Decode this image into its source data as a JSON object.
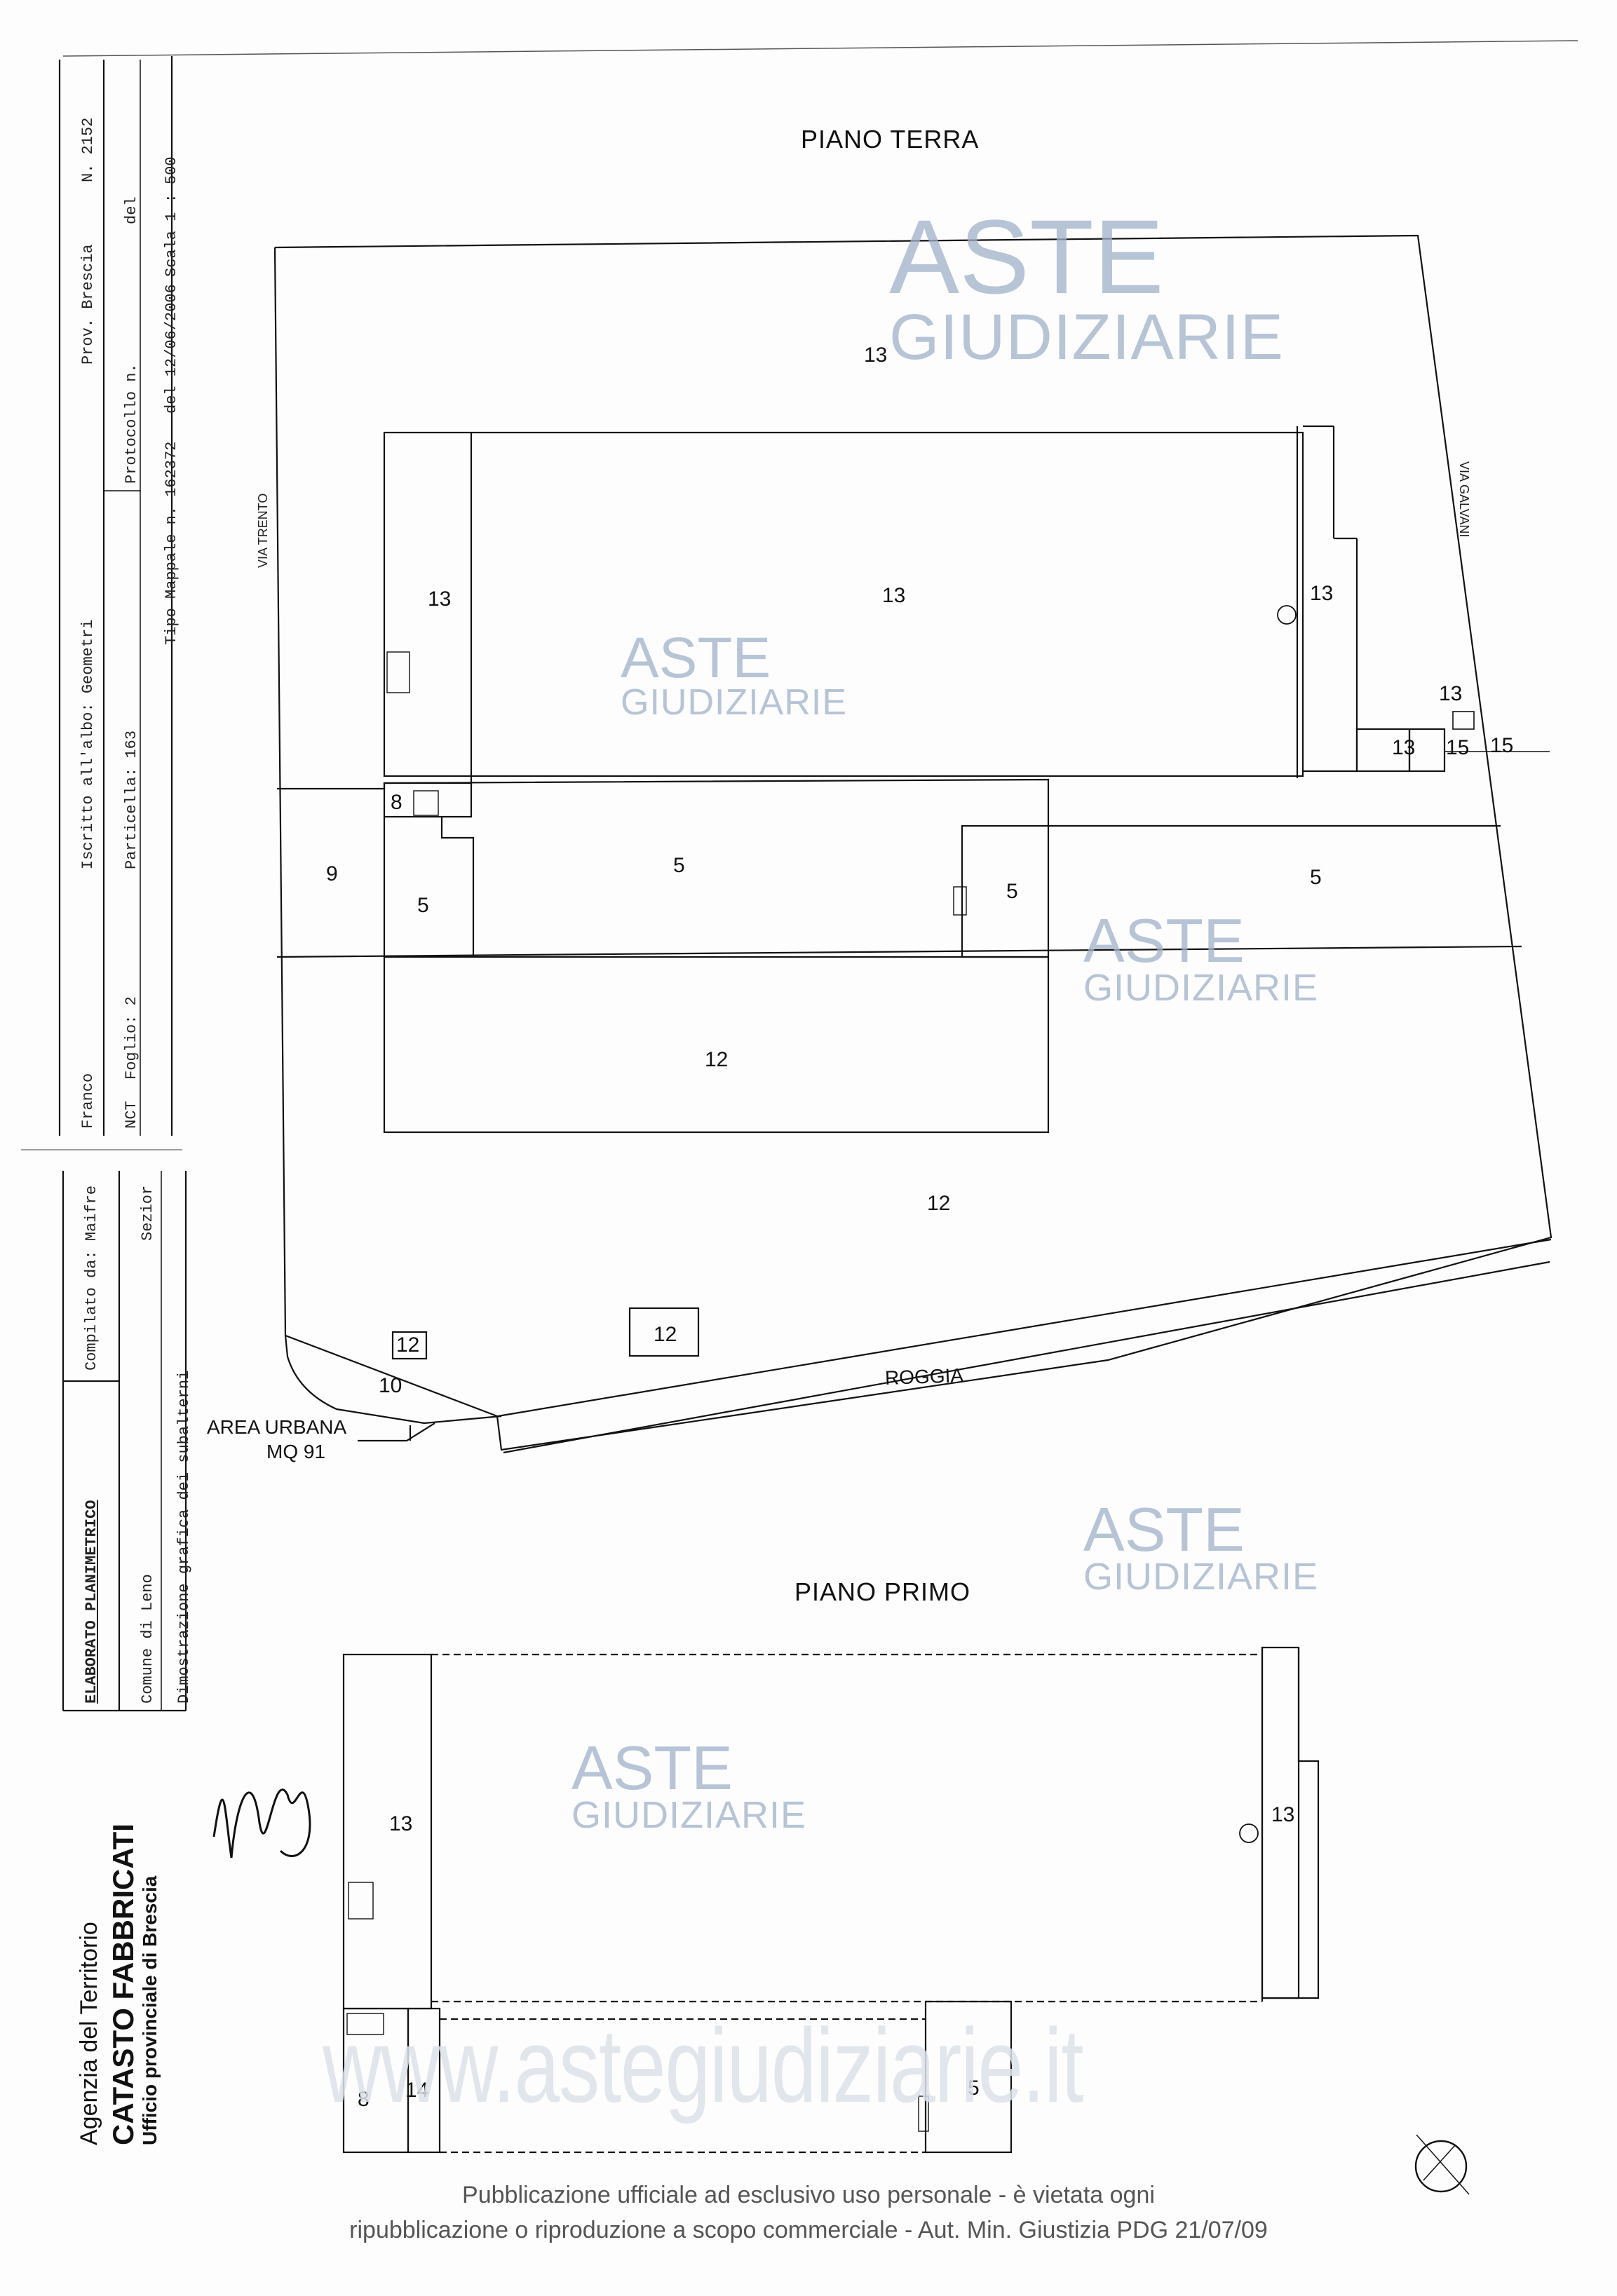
{
  "header": {
    "franco": "Franco",
    "iscritto": "Iscritto all'albo: Geometri",
    "prov": "Prov. Brescia",
    "n": "N.  2152",
    "nct": "NCT",
    "foglio": "Foglio: 2",
    "particella": "Particella: 163",
    "protocollo": "Protocollo n.",
    "del": "del",
    "tipo_mappale": "Tipo Mappale n. 162372",
    "del_date": "del 12/06/2006",
    "scala": "Scala 1 : 500",
    "elaborato": "ELABORATO PLANIMETRICO",
    "compilato": "Compilato da: Maifre",
    "comune": "Comune di Leno",
    "sezione": "Sezior",
    "dimostrazione": "Dimostrazione grafica dei subalterni"
  },
  "agency": {
    "line1": "Agenzia del Territorio",
    "line2": "CATASTO FABBRICATI",
    "line3": "Ufficio provinciale di  Brescia"
  },
  "plan_ground": {
    "title": "PIANO TERRA",
    "via_trento": "VIA TRENTO",
    "via_galvani": "VIA GALVANI",
    "roggia": "ROGGIA",
    "area_urbana_1": "AREA URBANA",
    "area_urbana_2": "MQ 91",
    "labels": [
      "13",
      "13",
      "13",
      "13",
      "13",
      "13",
      "15",
      "15",
      "8",
      "9",
      "5",
      "5",
      "5",
      "5",
      "12",
      "12",
      "12",
      "12",
      "10"
    ]
  },
  "plan_first": {
    "title": "PIANO PRIMO",
    "labels": [
      "13",
      "13",
      "8",
      "14",
      "5"
    ]
  },
  "watermark": {
    "aste": "ASTE",
    "giudiziarie": "GIUDIZIARIE",
    "site": "www.astegiudiziarie.it"
  },
  "footer": {
    "line1": "Pubblicazione ufficiale ad esclusivo uso personale - è vietata ogni",
    "line2": "ripubblicazione o riproduzione a scopo commerciale - Aut. Min. Giustizia PDG 21/07/09"
  }
}
